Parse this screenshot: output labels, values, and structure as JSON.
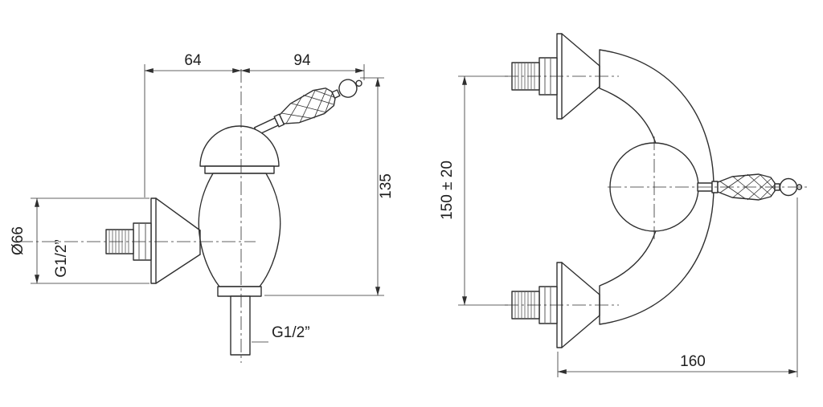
{
  "theme": {
    "background": "#ffffff",
    "line_color": "#2f2f2f",
    "text_color": "#1f1f1f"
  },
  "front_view": {
    "dim_wall_offset": "64",
    "dim_handle_reach": "94",
    "dim_height": "135",
    "dim_flange_diameter": "Ø66",
    "inlet_thread": "G1/2”",
    "outlet_thread": "G1/2”"
  },
  "side_view": {
    "dim_inlet_spacing": "150 ± 20",
    "dim_depth": "160"
  }
}
